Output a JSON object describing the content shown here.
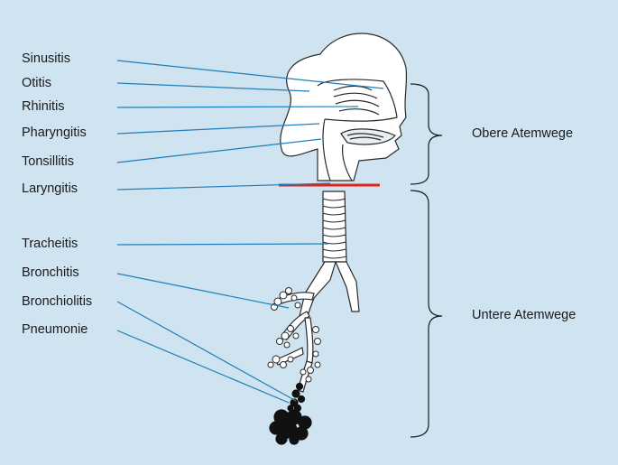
{
  "labels": {
    "sinusitis": "Sinusitis",
    "otitis": "Otitis",
    "rhinitis": "Rhinitis",
    "pharyngitis": "Pharyngitis",
    "tonsillitis": "Tonsillitis",
    "laryngitis": "Laryngitis",
    "tracheitis": "Tracheitis",
    "bronchitis": "Bronchitis",
    "bronchiolitis": "Bronchiolitis",
    "pneumonie": "Pneumonie"
  },
  "groups": {
    "upper": "Obere Atemwege",
    "lower": "Untere Atemwege"
  },
  "colors": {
    "background": "#cfe3f1",
    "leader": "#1f7fb8",
    "divider": "#e0241b",
    "outline": "#2a2a2a"
  }
}
